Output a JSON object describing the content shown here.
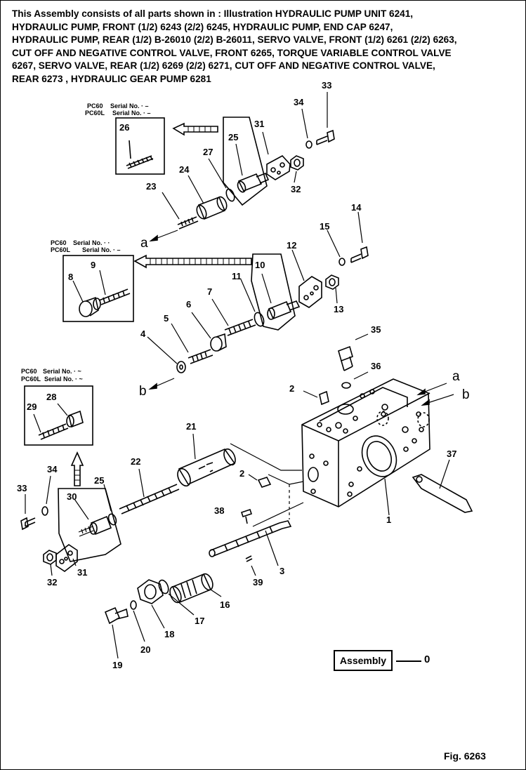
{
  "header_lines": [
    "This Assembly consists of all parts shown in : Illustration HYDRAULIC PUMP UNIT 6241,",
    "HYDRAULIC PUMP, FRONT (1/2) 6243  (2/2) 6245, HYDRAULIC PUMP, END CAP 6247,",
    "HYDRAULIC PUMP, REAR (1/2) B-26010 (2/2) B-26011, SERVO VALVE, FRONT (1/2) 6261 (2/2) 6263,",
    "CUT OFF AND NEGATIVE CONTROL VALVE, FRONT 6265, TORQUE VARIABLE CONTROL VALVE",
    "6267, SERVO VALVE, REAR (1/2) 6269 (2/2) 6271, CUT OFF AND  NEGATIVE CONTROL VALVE,",
    "REAR 6273 , HYDRAULIC GEAR PUMP 6281"
  ],
  "serial_labels": {
    "pc60": "PC60",
    "pc60l": "PC60L",
    "serial_1": "Serial No. · –",
    "serial_2": "Serial No. · –",
    "serial_3": "Serial No. · ·",
    "serial_4": "Serial No. · –",
    "serial_5": "Serial No. · ~",
    "serial_6": "Serial No. · ~"
  },
  "parts": {
    "p1": "1",
    "p2a": "2",
    "p2b": "2",
    "p3": "3",
    "p4": "4",
    "p5": "5",
    "p6": "6",
    "p7": "7",
    "p8": "8",
    "p9": "9",
    "p10": "10",
    "p11": "11",
    "p12": "12",
    "p13": "13",
    "p14": "14",
    "p15": "15",
    "p16": "16",
    "p17": "17",
    "p18": "18",
    "p19": "19",
    "p20": "20",
    "p21": "21",
    "p22": "22",
    "p23": "23",
    "p24": "24",
    "p25a": "25",
    "p25b": "25",
    "p26": "26",
    "p27": "27",
    "p28": "28",
    "p29": "29",
    "p30": "30",
    "p31a": "31",
    "p31b": "31",
    "p32a": "32",
    "p32b": "32",
    "p33a": "33",
    "p33b": "33",
    "p34a": "34",
    "p34b": "34",
    "p35": "35",
    "p36": "36",
    "p37": "37",
    "p38": "38",
    "p39": "39"
  },
  "port_letters": {
    "a_top": "a",
    "a_right": "a",
    "b_left": "b",
    "b_right": "b"
  },
  "assembly": {
    "label": "Assembly",
    "number": "0"
  },
  "figure_label": "Fig. 6263"
}
